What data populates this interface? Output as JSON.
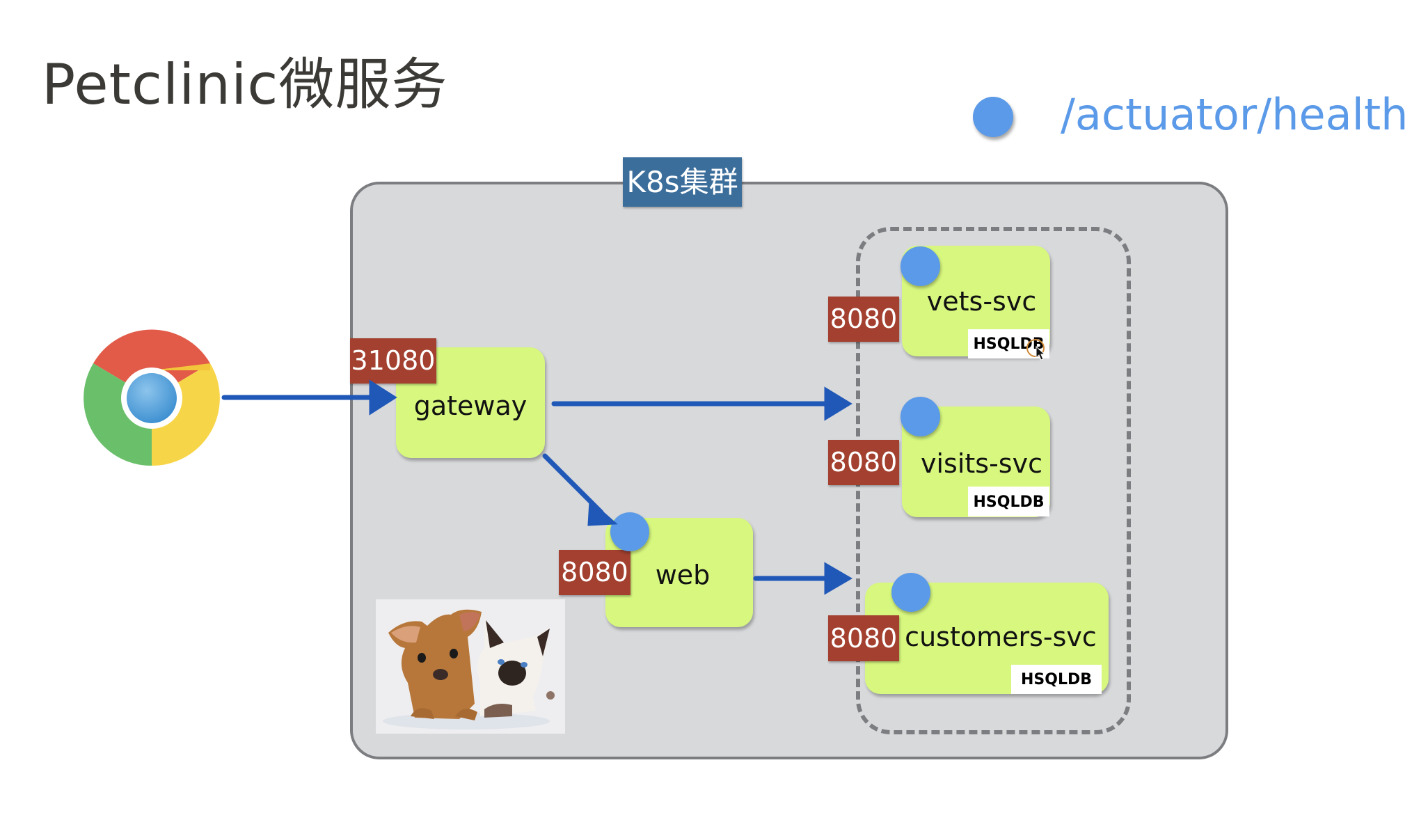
{
  "title": "Petclinic微服务",
  "legend": {
    "icon": "health-dot-icon",
    "label": "/actuator/health",
    "color": "#5b9ae8"
  },
  "cluster": {
    "label": "K8s集群",
    "label_color": "#3c6e9b"
  },
  "client": {
    "icon": "chrome-browser-icon"
  },
  "nodes": {
    "gateway": {
      "name": "gateway",
      "port": "31080",
      "health": false,
      "db": null
    },
    "web": {
      "name": "web",
      "port": "8080",
      "health": true,
      "db": null
    },
    "vets": {
      "name": "vets-svc",
      "port": "8080",
      "health": true,
      "db": "HSQLDB"
    },
    "visits": {
      "name": "visits-svc",
      "port": "8080",
      "health": true,
      "db": "HSQLDB"
    },
    "customers": {
      "name": "customers-svc",
      "port": "8080",
      "health": true,
      "db": "HSQLDB"
    }
  },
  "edges": [
    {
      "from": "client",
      "to": "gateway"
    },
    {
      "from": "gateway",
      "to": "services-group"
    },
    {
      "from": "gateway",
      "to": "web"
    },
    {
      "from": "web",
      "to": "services-group"
    }
  ],
  "image": {
    "subject": "puppy-and-kitten-photo"
  },
  "colors": {
    "node_fill": "#d7f77f",
    "port_fill": "#a3402f",
    "arrow": "#2058b8",
    "cluster_fill": "#d8d9db"
  }
}
